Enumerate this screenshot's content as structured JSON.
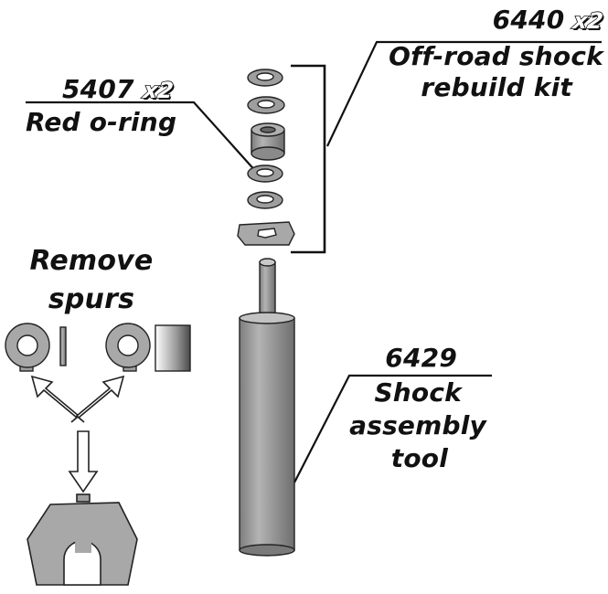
{
  "kit": {
    "part_number": "6440",
    "quantity": "x2",
    "name_line1": "Off-road shock",
    "name_line2": "rebuild kit"
  },
  "oring": {
    "part_number": "5407",
    "quantity": "x2",
    "name": "Red o-ring"
  },
  "tool": {
    "part_number": "6429",
    "name_line1": "Shock",
    "name_line2": "assembly",
    "name_line3": "tool"
  },
  "instruction": {
    "line1": "Remove",
    "line2": "spurs"
  },
  "colors": {
    "part_gray": "#9a9a9a",
    "outline": "#222222",
    "text": "#111111"
  }
}
